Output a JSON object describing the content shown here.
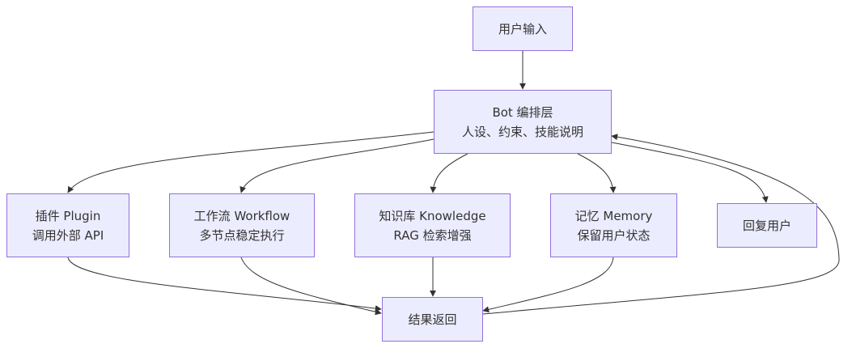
{
  "diagram": {
    "nodes": {
      "user_input": {
        "line1": "用户输入"
      },
      "bot": {
        "line1": "Bot 编排层",
        "line2": "人设、约束、技能说明"
      },
      "plugin": {
        "line1": "插件 Plugin",
        "line2": "调用外部 API"
      },
      "workflow": {
        "line1": "工作流 Workflow",
        "line2": "多节点稳定执行"
      },
      "knowledge": {
        "line1": "知识库 Knowledge",
        "line2": "RAG 检索增强"
      },
      "memory": {
        "line1": "记忆 Memory",
        "line2": "保留用户状态"
      },
      "reply": {
        "line1": "回复用户"
      },
      "result": {
        "line1": "结果返回"
      }
    },
    "edges": [
      {
        "from": "user_input",
        "to": "bot"
      },
      {
        "from": "bot",
        "to": "plugin"
      },
      {
        "from": "bot",
        "to": "workflow"
      },
      {
        "from": "bot",
        "to": "knowledge"
      },
      {
        "from": "bot",
        "to": "memory"
      },
      {
        "from": "bot",
        "to": "reply"
      },
      {
        "from": "plugin",
        "to": "result"
      },
      {
        "from": "workflow",
        "to": "result"
      },
      {
        "from": "knowledge",
        "to": "result"
      },
      {
        "from": "memory",
        "to": "result"
      },
      {
        "from": "result",
        "to": "bot"
      }
    ],
    "colors": {
      "node_fill": "#ececff",
      "node_border": "#9370db",
      "text": "#333333",
      "edge": "#333333"
    }
  }
}
